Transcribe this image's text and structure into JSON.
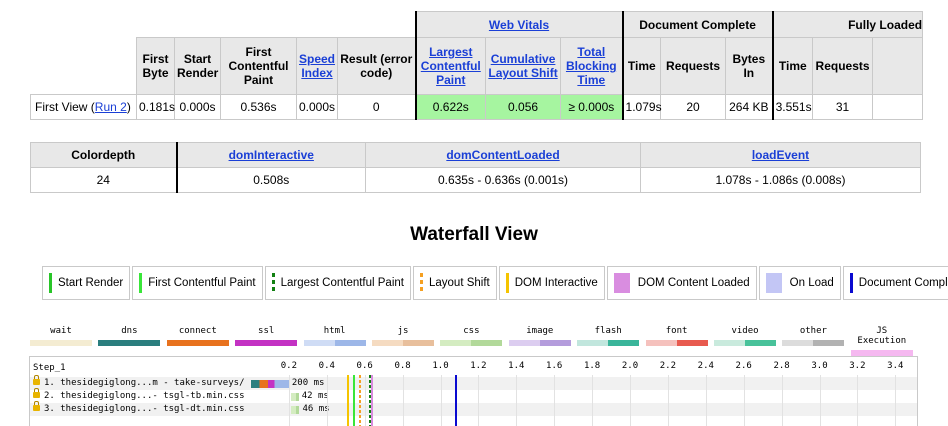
{
  "summary": {
    "group_web_vitals": "Web Vitals",
    "group_document_complete": "Document Complete",
    "group_fully_loaded": "Fully Loaded",
    "col_first_byte": "First Byte",
    "col_start_render": "Start Render",
    "col_fcp": "First Contentful Paint",
    "col_speed_index": "Speed Index",
    "col_result": "Result (error code)",
    "col_lcp": "Largest Contentful Paint",
    "col_cls": "Cumulative Layout Shift",
    "col_tbt": "Total Blocking Time",
    "col_dc_time": "Time",
    "col_dc_requests": "Requests",
    "col_dc_bytes": "Bytes In",
    "col_fl_time": "Time",
    "col_fl_requests": "Requests",
    "row_label": "First View (",
    "row_run_link": "Run 2",
    "row_label_end": ")",
    "first_byte": "0.181s",
    "start_render": "0.000s",
    "fcp": "0.536s",
    "speed_index": "0.000s",
    "result": "0",
    "lcp": "0.622s",
    "cls": "0.056",
    "tbt": "≥ 0.000s",
    "dc_time": "1.079s",
    "dc_requests": "20",
    "dc_bytes": "264 KB",
    "fl_time": "3.551s",
    "fl_requests": "31"
  },
  "events": {
    "col_colordepth": "Colordepth",
    "col_dom_interactive": "domInteractive",
    "col_dom_content_loaded": "domContentLoaded",
    "col_load_event": "loadEvent",
    "colordepth": "24",
    "dom_interactive": "0.508s",
    "dom_content_loaded": "0.635s - 0.636s (0.001s)",
    "load_event": "1.078s - 1.086s (0.008s)"
  },
  "waterfall_title": "Waterfall View",
  "legend": [
    {
      "label": "Start Render",
      "color": "#28c528",
      "style": "solid"
    },
    {
      "label": "First Contentful Paint",
      "color": "#39e639",
      "style": "solid"
    },
    {
      "label": "Largest Contentful Paint",
      "color": "#128012",
      "style": "dashed"
    },
    {
      "label": "Layout Shift",
      "color": "#f5a022",
      "style": "dashed"
    },
    {
      "label": "DOM Interactive",
      "color": "#f5c400",
      "style": "solid"
    },
    {
      "label": "DOM Content Loaded",
      "color": "#d98de0",
      "style": "wide"
    },
    {
      "label": "On Load",
      "color": "#c3c6f5",
      "style": "wide"
    },
    {
      "label": "Document Complete",
      "color": "#0a0ad0",
      "style": "solid"
    }
  ],
  "resource_types": [
    {
      "label": "wait",
      "c1": "#f4ecd2",
      "c2": "#f4ecd2"
    },
    {
      "label": "dns",
      "c1": "#2a7e7e",
      "c2": "#2a7e7e"
    },
    {
      "label": "connect",
      "c1": "#e8721e",
      "c2": "#e8721e"
    },
    {
      "label": "ssl",
      "c1": "#c332c3",
      "c2": "#c332c3"
    },
    {
      "label": "html",
      "c1": "#cfdcf5",
      "c2": "#9db7e8"
    },
    {
      "label": "js",
      "c1": "#f5dbc1",
      "c2": "#e8bf9c"
    },
    {
      "label": "css",
      "c1": "#d4ecc1",
      "c2": "#b2d99a"
    },
    {
      "label": "image",
      "c1": "#dccdf0",
      "c2": "#b49cdc"
    },
    {
      "label": "flash",
      "c1": "#c1e6dd",
      "c2": "#3ab59a"
    },
    {
      "label": "font",
      "c1": "#f5c1bd",
      "c2": "#e85a4f"
    },
    {
      "label": "video",
      "c1": "#c9eadd",
      "c2": "#48c29a"
    },
    {
      "label": "other",
      "c1": "#dcdcdc",
      "c2": "#b2b2b2"
    },
    {
      "label": "JS Execution",
      "c1": "#f5b8f0",
      "c2": "#f5b8f0"
    }
  ],
  "waterfall": {
    "step_label": "Step_1",
    "ticks": [
      "0.2",
      "0.4",
      "0.6",
      "0.8",
      "1.0",
      "1.2",
      "1.4",
      "1.6",
      "1.8",
      "2.0",
      "2.2",
      "2.4",
      "2.6",
      "2.8",
      "3.0",
      "3.2",
      "3.4"
    ],
    "rows": [
      {
        "name": "1. thesidegiglong...m - take-surveys/",
        "time": "200 ms",
        "start": 0.0,
        "end": 0.2,
        "type": "html"
      },
      {
        "name": "2. thesidegiglong...- tsgl-tb.min.css",
        "time": "42 ms",
        "start": 0.21,
        "end": 0.252,
        "type": "css"
      },
      {
        "name": "3. thesidegiglong...- tsgl-dt.min.css",
        "time": "46 ms",
        "start": 0.21,
        "end": 0.256,
        "type": "css"
      }
    ],
    "markers": [
      {
        "name": "dom-interactive",
        "time": 0.508,
        "color": "#f5c400"
      },
      {
        "name": "fcp",
        "time": 0.536,
        "color": "#39e639"
      },
      {
        "name": "lcp",
        "time": 0.622,
        "color": "#128012"
      },
      {
        "name": "dom-content-loaded",
        "time": 0.635,
        "color": "#d98de0"
      },
      {
        "name": "layout-shift",
        "time": 0.57,
        "color": "#f5a022"
      },
      {
        "name": "document-complete",
        "time": 1.079,
        "color": "#0a0ad0"
      }
    ]
  }
}
